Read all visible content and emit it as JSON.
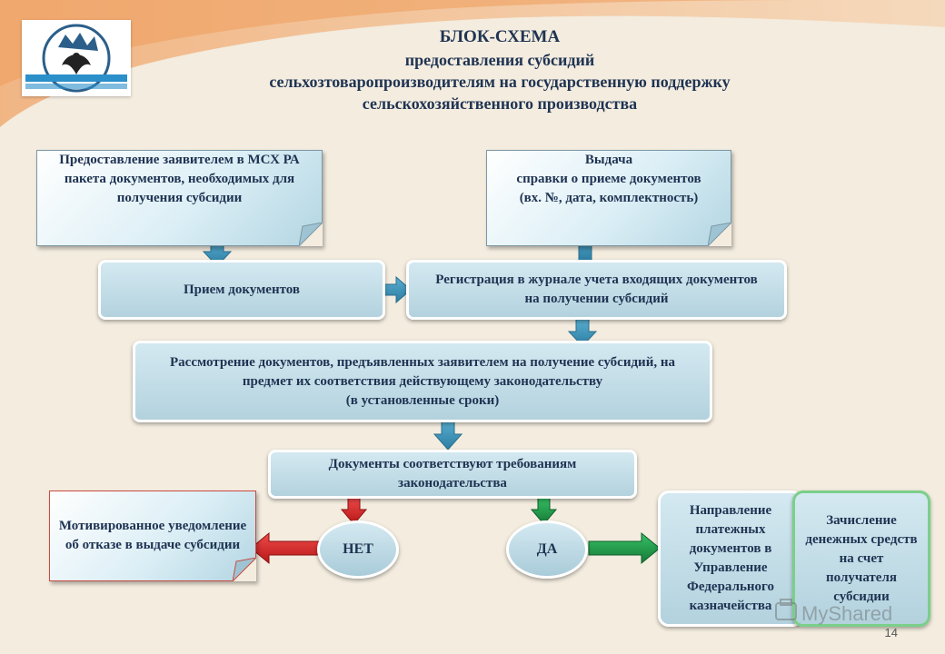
{
  "title": {
    "line1": "БЛОК-СХЕМА",
    "line2": "предоставления субсидий",
    "line3": "сельхозтоваропроизводителям на государственную поддержку",
    "line4": "сельскохозяйственного производства"
  },
  "nodes": {
    "submission": "Предоставление заявителем в МСХ РА пакета документов, необходимых для получения субсидии",
    "receipt_issue": "Выдача\nсправки о приеме документов\n(вх. №, дата, комплектность)",
    "reception": "Прием документов",
    "registration": "Регистрация в журнале учета входящих документов на получении субсидий",
    "review": "Рассмотрение документов, предъявленных заявителем на получение субсидий, на предмет их соответствия действующему законодательству\n(в установленные сроки)",
    "compliance": "Документы соответствуют требованиям законодательства",
    "no": "НЕТ",
    "yes": "ДА",
    "refusal": "Мотивированное уведомление об отказе в выдаче субсидии",
    "payment_docs": "Направление платежных документов в Управление Федерального казначейства",
    "crediting": "Зачисление денежных средств на счет получателя субсидии"
  },
  "page_number": "14",
  "watermark": "MyShared",
  "colors": {
    "text": "#1f3352",
    "arrow_blue": "#3f8fb1",
    "arrow_red": "#d62828",
    "arrow_green": "#1e9a45",
    "box_fill": "#c3dde8"
  },
  "icons": [
    "coat-of-arms-icon",
    "down-arrow-icon",
    "up-arrow-icon",
    "right-arrow-icon",
    "left-arrow-icon"
  ]
}
